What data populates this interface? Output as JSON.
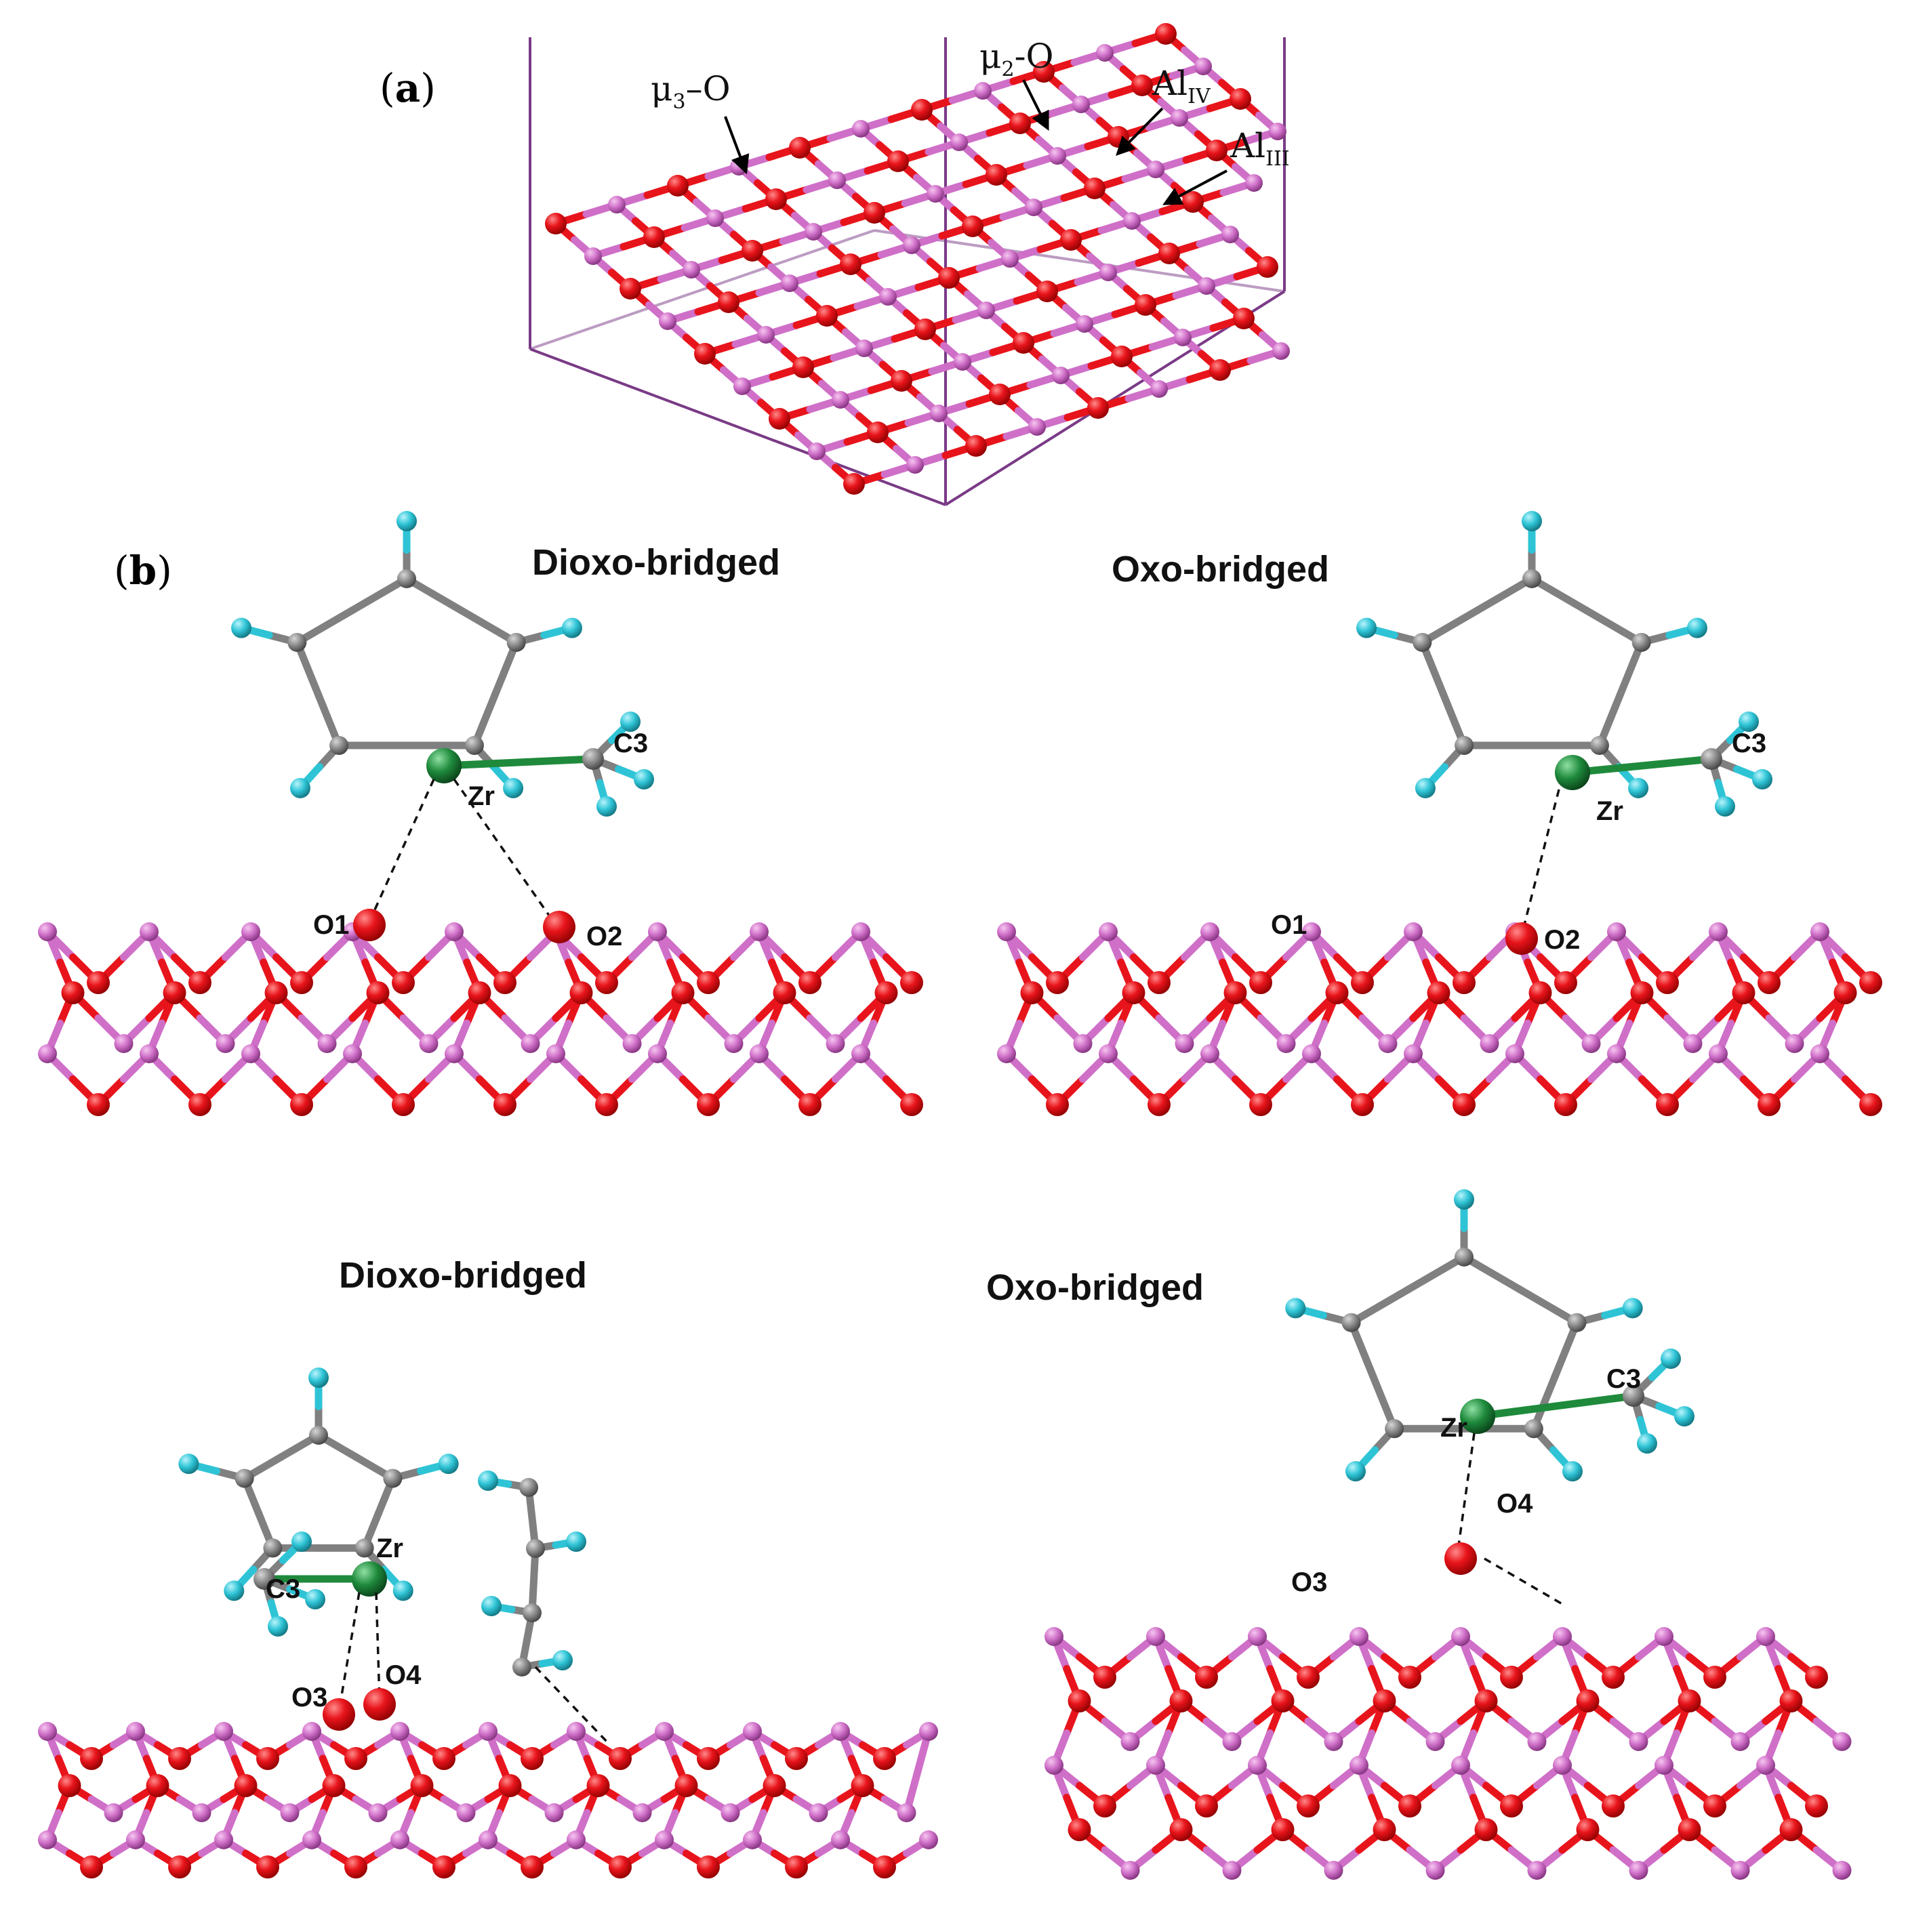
{
  "panel_a": {
    "letter": "a",
    "labels": {
      "mu3": {
        "main": "μ",
        "sub": "3",
        "tail": "–O"
      },
      "mu2": {
        "main": "μ",
        "sub": "2",
        "tail": "-O"
      },
      "al4": {
        "main": "Al",
        "sub": "IV"
      },
      "al3": {
        "main": "Al",
        "sub": "III"
      }
    }
  },
  "panel_b": {
    "letter": "b",
    "structures": [
      {
        "title": "Dioxo-bridged",
        "labels": [
          "C3",
          "Zr",
          "O1",
          "O2"
        ]
      },
      {
        "title": "Oxo-bridged",
        "labels": [
          "C3",
          "Zr",
          "O1",
          "O2"
        ]
      },
      {
        "title": "Dioxo-bridged",
        "labels": [
          "Zr",
          "C3",
          "O3",
          "O4"
        ]
      },
      {
        "title": "Oxo-bridged",
        "labels": [
          "C3",
          "Zr",
          "O4",
          "O3"
        ]
      }
    ]
  },
  "colors": {
    "oxygen": "#e8141b",
    "aluminum": "#cf6fc8",
    "carbon": "#808080",
    "hydrogen": "#2ec4d6",
    "zirconium": "#1f8a3c",
    "cell": "#7a3a86"
  }
}
